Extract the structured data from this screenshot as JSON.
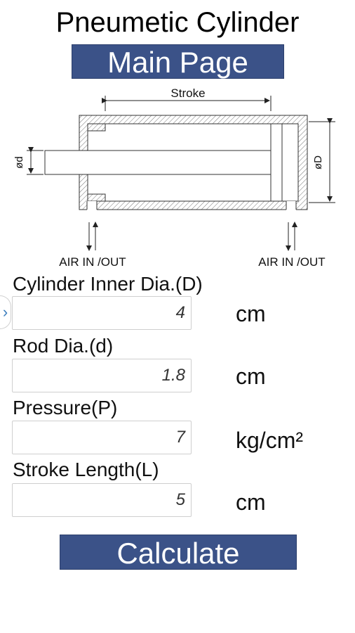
{
  "app": {
    "title": "Pneumetic Cylinder"
  },
  "nav": {
    "main_page_label": "Main Page"
  },
  "diagram": {
    "stroke_label": "Stroke",
    "rod_dia_label": "ød",
    "inner_dia_label": "øD",
    "port_left_label": "AIR IN /OUT",
    "port_right_label": "AIR IN /OUT"
  },
  "fields": [
    {
      "label": "Cylinder Inner Dia.(D)",
      "value": "4",
      "unit": "cm"
    },
    {
      "label": "Rod Dia.(d)",
      "value": "1.8",
      "unit": "cm"
    },
    {
      "label": "Pressure(P)",
      "value": "7",
      "unit": "kg/cm²"
    },
    {
      "label": "Stroke Length(L)",
      "value": "5",
      "unit": "cm"
    }
  ],
  "actions": {
    "calculate_label": "Calculate"
  },
  "drawer": {
    "handle_glyph": "›"
  }
}
